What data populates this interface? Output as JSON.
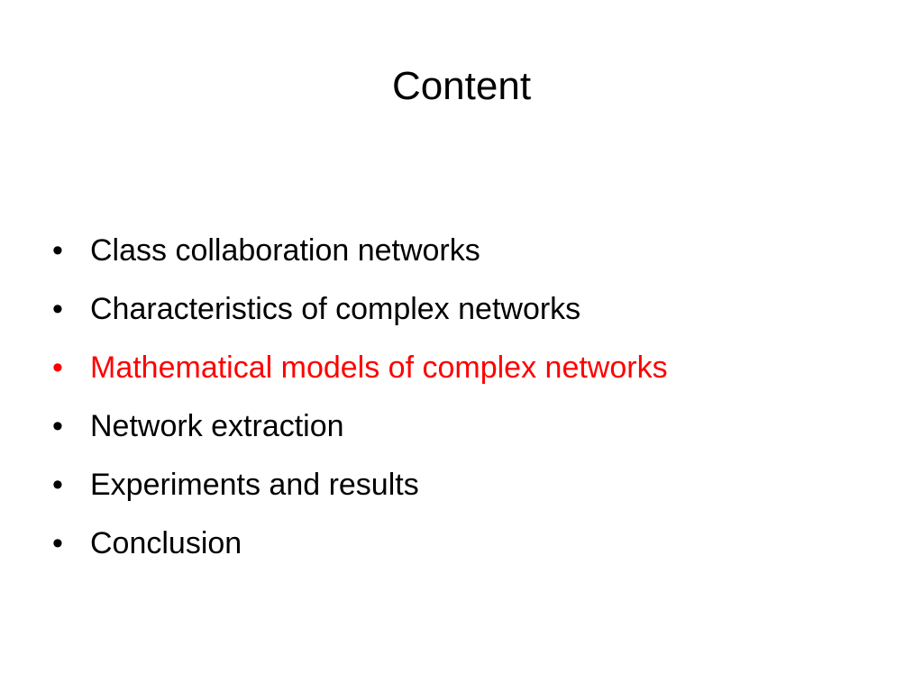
{
  "slide": {
    "title": "Content",
    "bullet_glyph": "•",
    "highlight_color": "#ff0000",
    "normal_color": "#000000",
    "items": [
      {
        "text": "Class collaboration networks",
        "highlighted": false
      },
      {
        "text": "Characteristics of complex networks",
        "highlighted": false
      },
      {
        "text": "Mathematical models of complex networks",
        "highlighted": true
      },
      {
        "text": "Network extraction",
        "highlighted": false
      },
      {
        "text": "Experiments and results",
        "highlighted": false
      },
      {
        "text": "Conclusion",
        "highlighted": false
      }
    ]
  }
}
